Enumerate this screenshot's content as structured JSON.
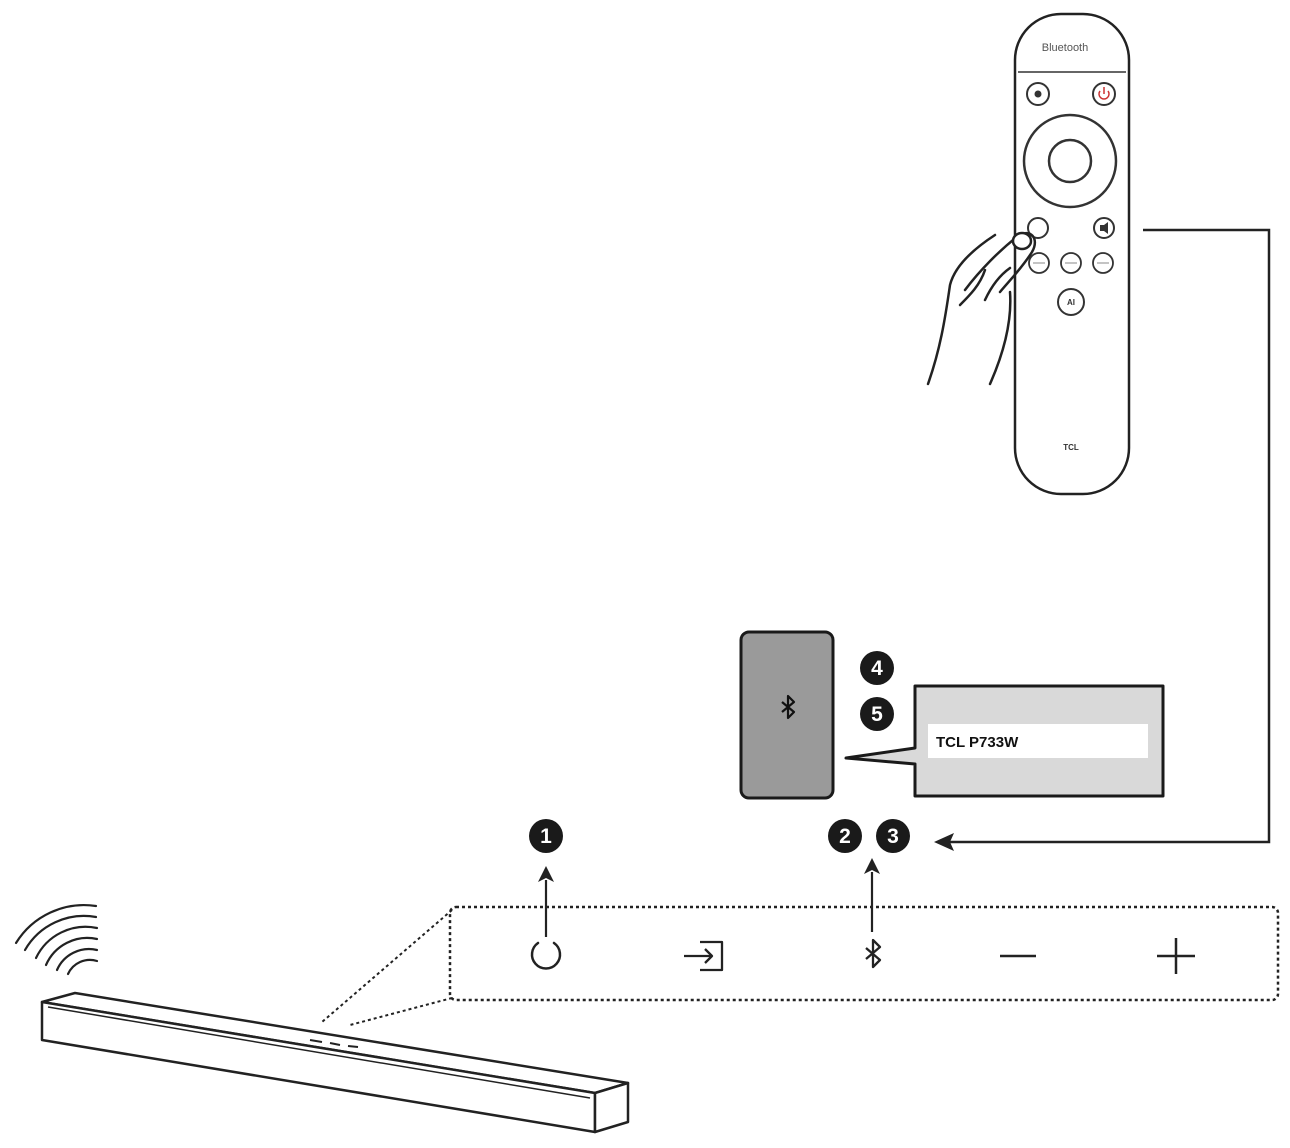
{
  "remote": {
    "header_label": "Bluetooth",
    "brand": "TCL",
    "ai_button_label": "AI"
  },
  "steps": [
    "1",
    "2",
    "3",
    "4",
    "5"
  ],
  "phone": {
    "device_name": "TCL P733W"
  },
  "soundbar_panel": {
    "buttons": [
      {
        "name": "power-button",
        "icon": "power-icon"
      },
      {
        "name": "source-button",
        "icon": "input-icon"
      },
      {
        "name": "bluetooth-button",
        "icon": "bluetooth-icon"
      },
      {
        "name": "volume-down-button",
        "icon": "minus-icon"
      },
      {
        "name": "volume-up-button",
        "icon": "plus-icon"
      }
    ]
  },
  "colors": {
    "ink": "#222222",
    "phone_body": "#9a9a9a",
    "popup_body": "#d9d9d9",
    "badge": "#1a1a1a"
  }
}
